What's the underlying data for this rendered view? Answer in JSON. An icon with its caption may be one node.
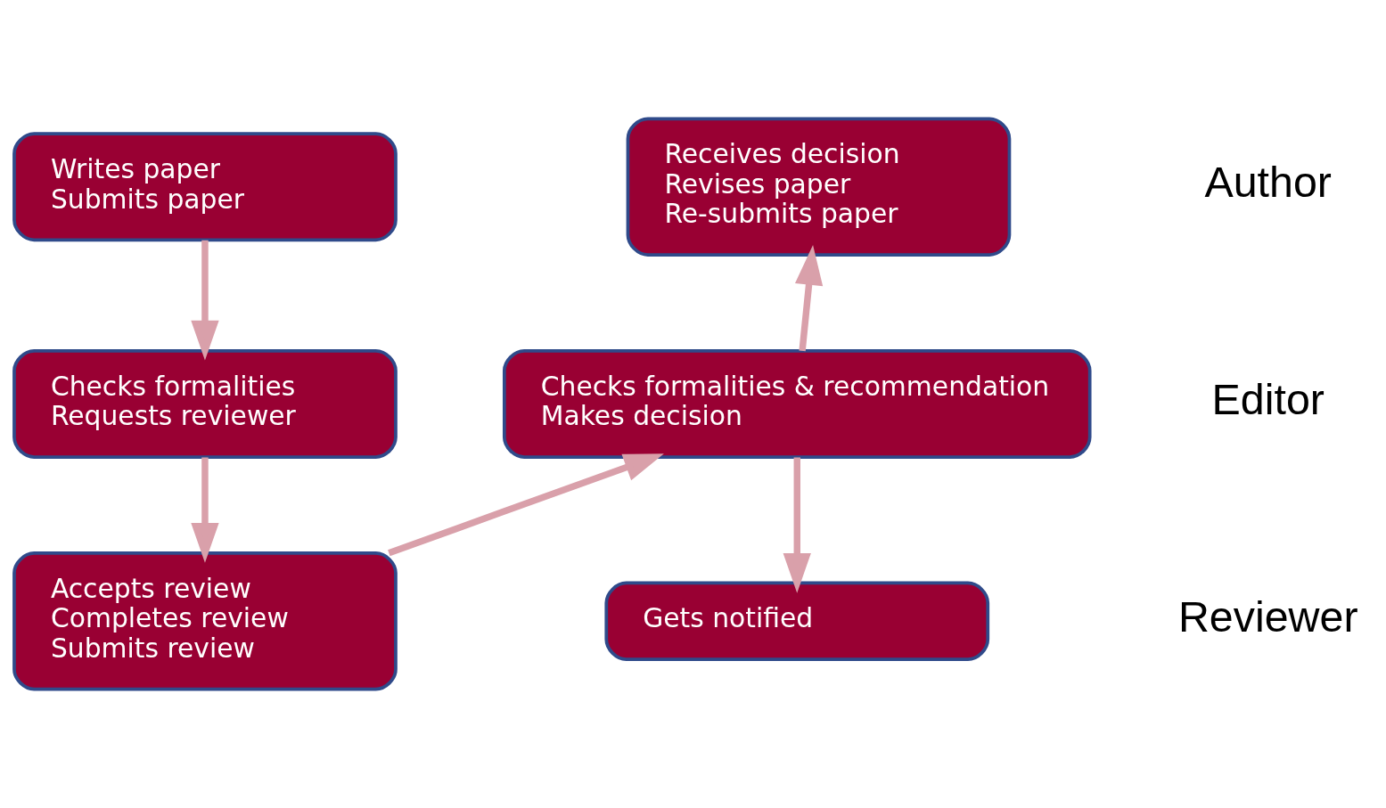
{
  "diagram": {
    "nodes": [
      {
        "text": [
          "Writes paper",
          "Submits paper"
        ]
      },
      {
        "text": [
          "Checks formalities",
          "Requests reviewer"
        ]
      },
      {
        "text": [
          "Accepts review",
          "Completes review",
          "Submits review"
        ]
      },
      {
        "text": [
          "Checks formalities & recommendation",
          "Makes decision"
        ]
      },
      {
        "text": [
          "Receives decision",
          "Revises paper",
          "Re-submits paper"
        ]
      },
      {
        "text": [
          "Gets notified"
        ]
      }
    ],
    "edges": [
      {
        "from": 0,
        "to": 1,
        "arrow": "to"
      },
      {
        "from": 1,
        "to": 2,
        "arrow": "to"
      },
      {
        "from": 2,
        "to": 3,
        "arrow": "to"
      },
      {
        "from": 3,
        "to": 4,
        "arrow": "to"
      },
      {
        "from": 3,
        "to": 5,
        "arrow": "to"
      }
    ],
    "labels": [
      "Author",
      "Editor",
      "Reviewer"
    ]
  }
}
